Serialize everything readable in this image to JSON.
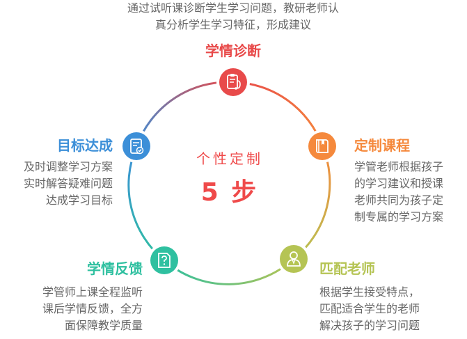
{
  "diagram": {
    "center": {
      "caption": "个性定制",
      "steps": "5 步"
    },
    "steps": [
      {
        "key": "diagnose",
        "title": "学情诊断",
        "desc": "通过试听课诊断学生学习问题，教研老师认\n真分析学生学习特征，形成建议",
        "color": "#e84a4a",
        "icon": "clipboard-stethoscope-icon"
      },
      {
        "key": "course",
        "title": "定制课程",
        "desc": "学管老师根据孩子\n的学习建议和授课\n老师共同为孩子定\n制专属的学习方案",
        "color": "#f5893c",
        "icon": "book-icon"
      },
      {
        "key": "match",
        "title": "匹配老师",
        "desc": "根据学生接受特点，\n匹配适合学生的老师\n解决孩子的学习问题",
        "color": "#b5c454",
        "icon": "teacher-icon"
      },
      {
        "key": "feedback",
        "title": "学情反馈",
        "desc": "学管师上课全程监听\n课后学情反馈，全方\n面保障教学质量",
        "color": "#2fc0a0",
        "icon": "question-note-icon"
      },
      {
        "key": "goal",
        "title": "目标达成",
        "desc": "及时调整学习方案\n实时解答疑难问题\n达成学习目标",
        "color": "#3c8fd8",
        "icon": "checklist-icon"
      }
    ]
  }
}
